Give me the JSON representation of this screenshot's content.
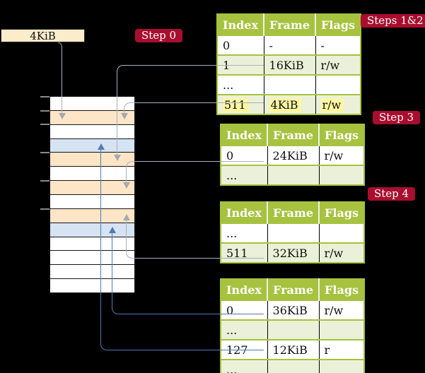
{
  "frame_label": "4KiB",
  "steps": {
    "step0": "Step 0",
    "steps12": "Steps 1&2",
    "step3": "Step 3",
    "step4": "Step 4"
  },
  "tables": [
    {
      "headers": [
        "Index",
        "Frame",
        "Flags"
      ],
      "rows": [
        {
          "cells": [
            "0",
            "-",
            "-"
          ],
          "shaded": false,
          "highlight": false
        },
        {
          "cells": [
            "1",
            "16KiB",
            "r/w"
          ],
          "shaded": true,
          "highlight": false
        },
        {
          "cells": [
            "...",
            "",
            ""
          ],
          "shaded": false,
          "highlight": false
        },
        {
          "cells": [
            "511",
            "4KiB",
            "r/w"
          ],
          "shaded": true,
          "highlight": true
        }
      ]
    },
    {
      "headers": [
        "Index",
        "Frame",
        "Flags"
      ],
      "rows": [
        {
          "cells": [
            "0",
            "24KiB",
            "r/w"
          ],
          "shaded": false,
          "highlight": false
        },
        {
          "cells": [
            "...",
            "",
            ""
          ],
          "shaded": true,
          "highlight": false
        }
      ]
    },
    {
      "headers": [
        "Index",
        "Frame",
        "Flags"
      ],
      "rows": [
        {
          "cells": [
            "...",
            "",
            ""
          ],
          "shaded": false,
          "highlight": false
        },
        {
          "cells": [
            "511",
            "32KiB",
            "r/w"
          ],
          "shaded": true,
          "highlight": false
        }
      ]
    },
    {
      "headers": [
        "Index",
        "Frame",
        "Flags"
      ],
      "rows": [
        {
          "cells": [
            "0",
            "36KiB",
            "r/w"
          ],
          "shaded": false,
          "highlight": false
        },
        {
          "cells": [
            "...",
            "",
            ""
          ],
          "shaded": true,
          "highlight": false
        },
        {
          "cells": [
            "127",
            "12KiB",
            "r"
          ],
          "shaded": false,
          "highlight": false
        },
        {
          "cells": [
            "...",
            "",
            ""
          ],
          "shaded": true,
          "highlight": false
        }
      ]
    }
  ],
  "memory": {
    "cells": [
      "white",
      "peach",
      "white",
      "blue",
      "peach",
      "white",
      "peach",
      "white",
      "peach",
      "blue",
      "white",
      "white",
      "white",
      "white"
    ]
  },
  "colors": {
    "table_header_green": "#a6c23f",
    "table_row_green": "#ebf1d8",
    "memory_peach": "#fde5c6",
    "memory_blue": "#d5e3f2",
    "highlight_yellow": "#fdf6a2",
    "label_crimson": "#a90e2f",
    "line_gray": "#aab0b6",
    "line_blue": "#5579b2",
    "frame_box_cream": "#fbeccb"
  }
}
